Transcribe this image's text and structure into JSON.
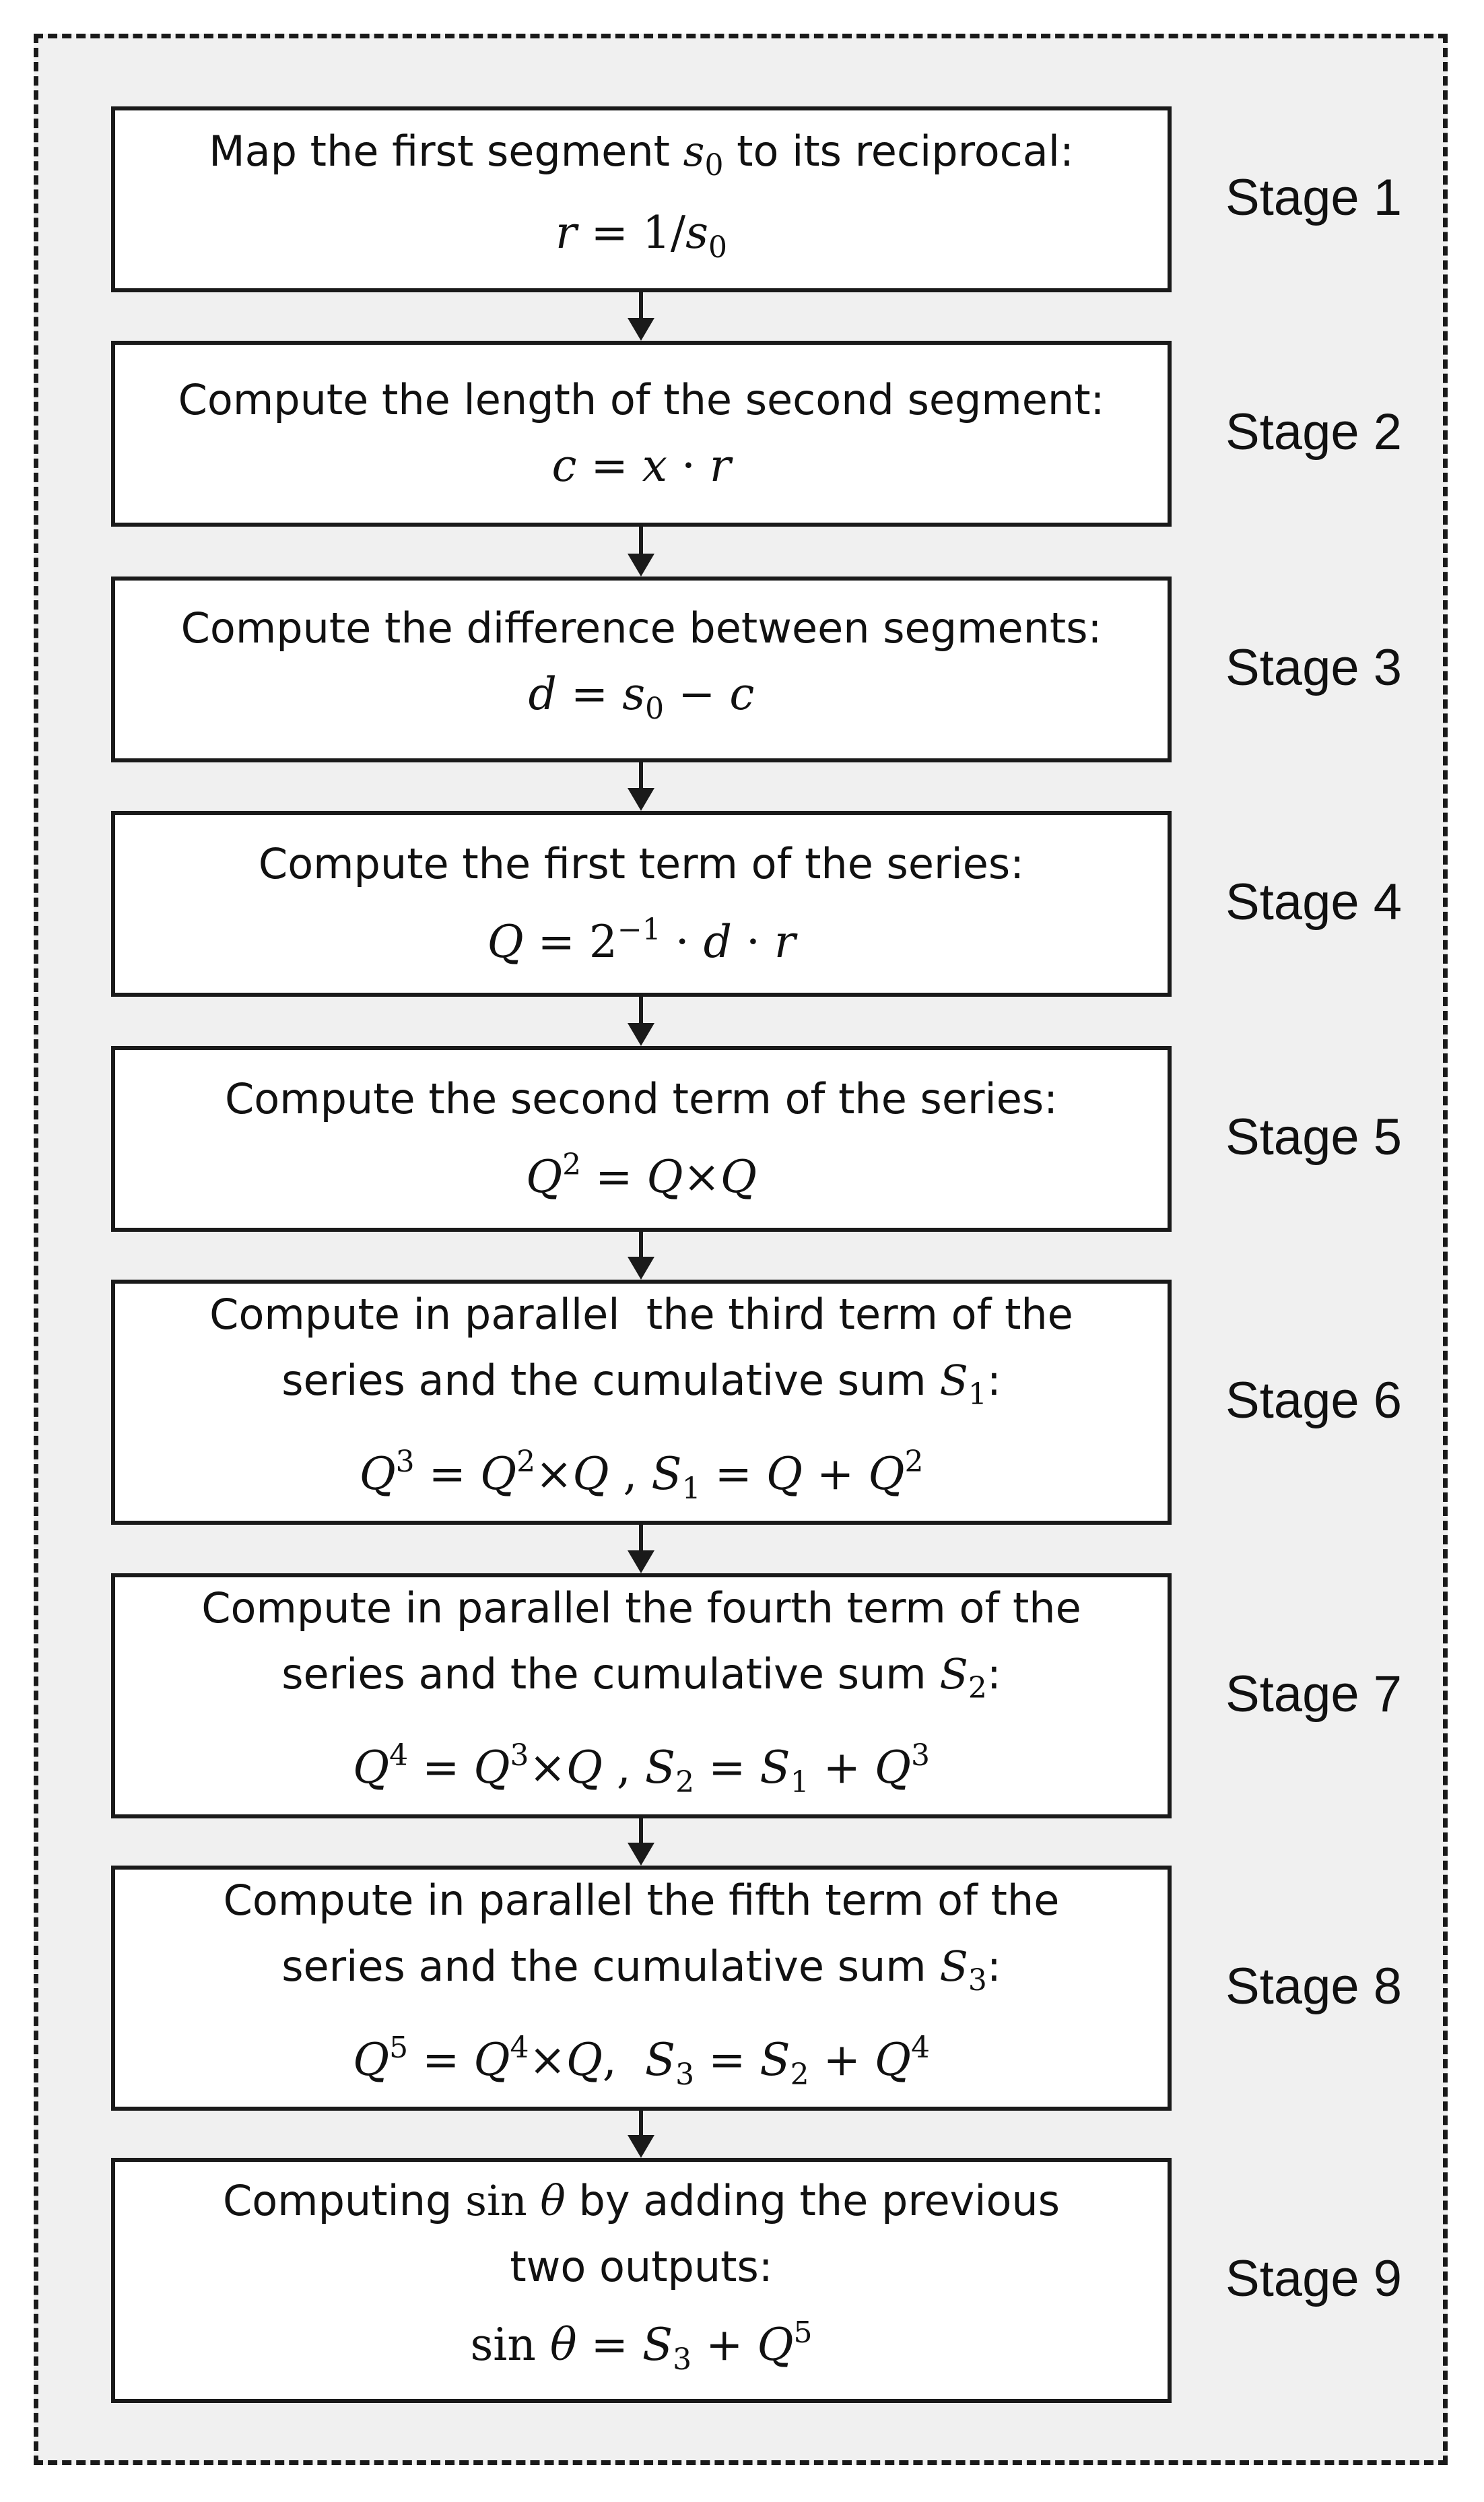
{
  "stages": [
    {
      "label": "Stage 1",
      "description": "Map the first segment s₀ to its reciprocal:",
      "formula": "r = 1/s₀"
    },
    {
      "label": "Stage 2",
      "description": "Compute the length of the second segment:",
      "formula": "c = x · r"
    },
    {
      "label": "Stage 3",
      "description": "Compute the difference between segments:",
      "formula": "d = s₀ − c"
    },
    {
      "label": "Stage 4",
      "description": "Compute the first term of the series:",
      "formula": "Q = 2⁻¹ · d · r"
    },
    {
      "label": "Stage 5",
      "description": "Compute the second term of the series:",
      "formula": "Q² = Q×Q"
    },
    {
      "label": "Stage 6",
      "description": "Compute in parallel  the third term of the series and the cumulative sum S₁:",
      "formula": "Q³ = Q²×Q , S₁ = Q + Q²"
    },
    {
      "label": "Stage 7",
      "description": "Compute in parallel the fourth term of the series and the cumulative sum S₂:",
      "formula": "Q⁴ = Q³×Q , S₂ = S₁ + Q³"
    },
    {
      "label": "Stage 8",
      "description": "Compute in parallel the fifth term of the series and the cumulative sum S₃:",
      "formula": "Q⁵ = Q⁴×Q,  S₃ = S₂ + Q⁴"
    },
    {
      "label": "Stage 9",
      "description": "Computing  sin θ by adding the previous two outputs:",
      "formula": "sin θ = S₃ + Q⁵"
    }
  ]
}
